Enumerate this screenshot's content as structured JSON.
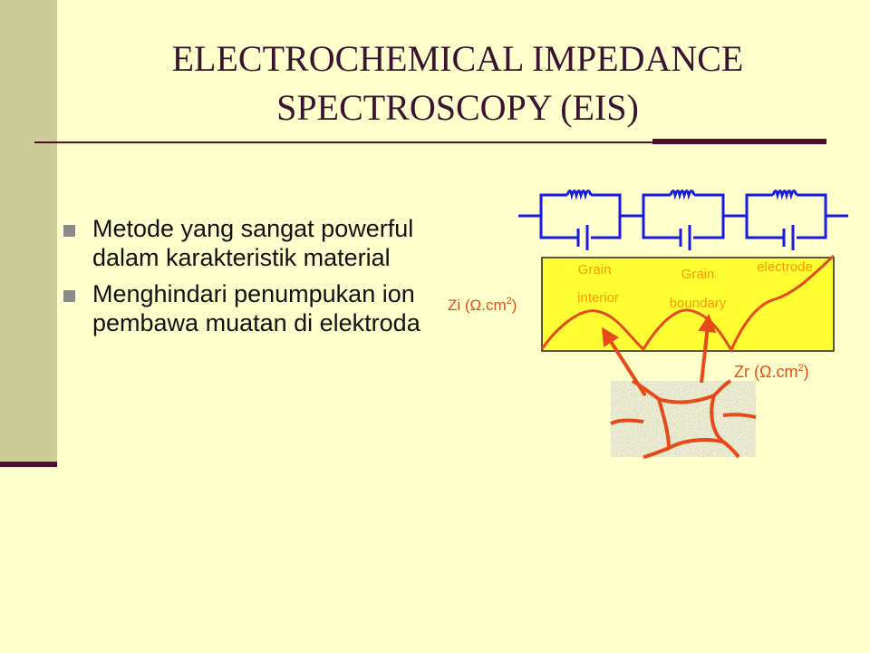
{
  "slide": {
    "title": "ELECTROCHEMICAL IMPEDANCE SPECTROSCOPY (EIS)",
    "bullets": [
      "Metode yang sangat powerful dalam karakteristik material",
      "Menghindari penumpukan ion pembawa muatan di elektroda"
    ]
  },
  "diagram": {
    "labels": {
      "grain_interior": [
        "Grain",
        "interior"
      ],
      "grain_boundary": [
        "Grain",
        "boundary"
      ],
      "electrode": "electrode",
      "zi_prefix": "Zi (Ω.cm",
      "zr_prefix": "Zr (Ω.cm",
      "exponent": "2",
      "closing": ")"
    },
    "circuit_color": "#1a1ae6",
    "plot_bg": "#ffff33",
    "curve_color": "#e64a19",
    "label_color": "#ff9900",
    "axis_label_color": "#e64a19"
  }
}
